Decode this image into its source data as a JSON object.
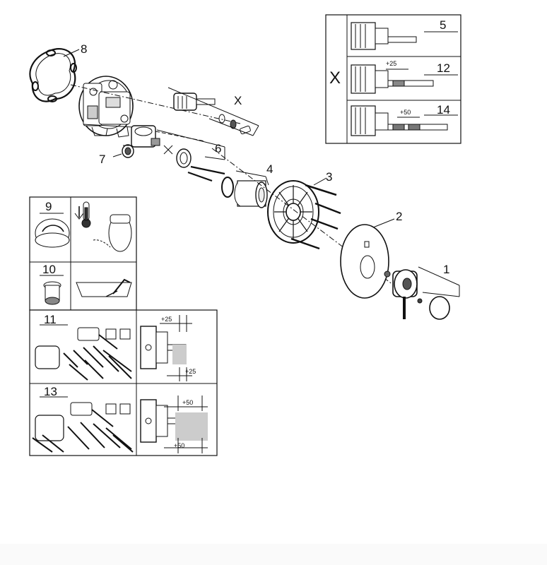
{
  "callouts": {
    "p1": "1",
    "p2": "2",
    "p3": "3",
    "p4": "4",
    "p6": "6",
    "p7": "7",
    "p8": "8",
    "px": "X"
  },
  "x_panel": {
    "marker": "X",
    "rows": [
      {
        "number": "5",
        "extension": ""
      },
      {
        "number": "12",
        "extension": "+25"
      },
      {
        "number": "14",
        "extension": "+50"
      }
    ]
  },
  "accessory_panel": {
    "rows": [
      {
        "number": "9"
      },
      {
        "number": "10"
      },
      {
        "number": "11",
        "dim_top": "+25",
        "dim_bottom": "+25"
      },
      {
        "number": "13",
        "dim_top": "+50",
        "dim_bottom": "+50"
      }
    ]
  }
}
